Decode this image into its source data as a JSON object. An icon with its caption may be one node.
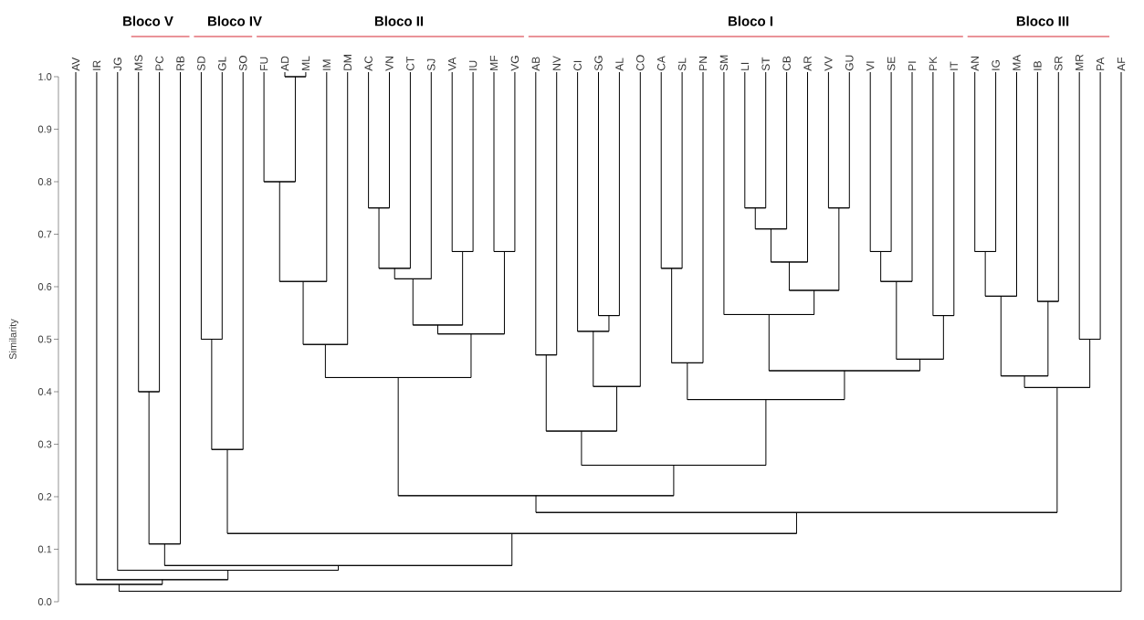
{
  "diagram": {
    "nodes": [
      {
        "text": [
          "AV"
        ]
      },
      {
        "text": [
          "IR"
        ]
      },
      {
        "text": [
          "JG"
        ]
      },
      {
        "text": [
          "MS"
        ]
      },
      {
        "text": [
          "PC"
        ]
      },
      {
        "text": [
          "RB"
        ]
      },
      {
        "text": [
          "SD"
        ]
      },
      {
        "text": [
          "GL"
        ]
      },
      {
        "text": [
          "SO"
        ]
      },
      {
        "text": [
          "FU"
        ]
      },
      {
        "text": [
          "AD"
        ]
      },
      {
        "text": [
          "ML"
        ]
      },
      {
        "text": [
          "IM"
        ]
      },
      {
        "text": [
          "DM"
        ]
      },
      {
        "text": [
          "AC"
        ]
      },
      {
        "text": [
          "VN"
        ]
      },
      {
        "text": [
          "CT"
        ]
      },
      {
        "text": [
          "SJ"
        ]
      },
      {
        "text": [
          "VA"
        ]
      },
      {
        "text": [
          "IU"
        ]
      },
      {
        "text": [
          "MF"
        ]
      },
      {
        "text": [
          "VG"
        ]
      },
      {
        "text": [
          "AB"
        ]
      },
      {
        "text": [
          "NV"
        ]
      },
      {
        "text": [
          "CI"
        ]
      },
      {
        "text": [
          "SG"
        ]
      },
      {
        "text": [
          "AL"
        ]
      },
      {
        "text": [
          "CO"
        ]
      },
      {
        "text": [
          "CA"
        ]
      },
      {
        "text": [
          "SL"
        ]
      },
      {
        "text": [
          "PN"
        ]
      },
      {
        "text": [
          "SM"
        ]
      },
      {
        "text": [
          "LI"
        ]
      },
      {
        "text": [
          "ST"
        ]
      },
      {
        "text": [
          "CB"
        ]
      },
      {
        "text": [
          "AR"
        ]
      },
      {
        "text": [
          "VV"
        ]
      },
      {
        "text": [
          "GU"
        ]
      },
      {
        "text": [
          "VI"
        ]
      },
      {
        "text": [
          "SE"
        ]
      },
      {
        "text": [
          "PI"
        ]
      },
      {
        "text": [
          "PK"
        ]
      },
      {
        "text": [
          "IT"
        ]
      },
      {
        "text": [
          "AN"
        ]
      },
      {
        "text": [
          "IG"
        ]
      },
      {
        "text": [
          "MA"
        ]
      },
      {
        "text": [
          "IB"
        ]
      },
      {
        "text": [
          "SR"
        ]
      },
      {
        "text": [
          "MR"
        ]
      },
      {
        "text": [
          "PA"
        ]
      },
      {
        "text": [
          "AF"
        ]
      },
      {
        "text": [],
        "shape": "bar"
      },
      {
        "text": [],
        "shape": "bar"
      },
      {
        "text": [],
        "shape": "bar"
      },
      {
        "text": [],
        "shape": "bar"
      },
      {
        "text": [],
        "shape": "bar"
      },
      {
        "text": [],
        "shape": "bar"
      },
      {
        "text": [],
        "shape": "bar"
      },
      {
        "text": [],
        "shape": "bar"
      },
      {
        "text": [],
        "shape": "bar"
      },
      {
        "text": [],
        "shape": "bar"
      },
      {
        "text": [],
        "shape": "bar"
      },
      {
        "text": [],
        "shape": "bar"
      },
      {
        "text": [],
        "shape": "bar"
      },
      {
        "text": [],
        "shape": "bar"
      },
      {
        "text": [],
        "shape": "bar"
      },
      {
        "text": [],
        "shape": "bar"
      },
      {
        "text": [],
        "shape": "bar"
      },
      {
        "text": [],
        "shape": "bar"
      },
      {
        "text": [],
        "shape": "bar"
      },
      {
        "text": [],
        "shape": "bar"
      },
      {
        "text": [],
        "shape": "bar"
      },
      {
        "text": [],
        "shape": "bar"
      },
      {
        "text": [],
        "shape": "bar"
      },
      {
        "text": [],
        "shape": "bar"
      },
      {
        "text": [],
        "shape": "bar"
      },
      {
        "text": [],
        "shape": "bar"
      },
      {
        "text": [],
        "shape": "bar"
      },
      {
        "text": [],
        "shape": "bar"
      },
      {
        "text": [],
        "shape": "bar"
      },
      {
        "text": [],
        "shape": "bar"
      },
      {
        "text": [],
        "shape": "bar"
      },
      {
        "text": [],
        "shape": "bar"
      },
      {
        "text": [],
        "shape": "bar"
      },
      {
        "text": [],
        "shape": "bar"
      },
      {
        "text": [],
        "shape": "bar"
      },
      {
        "text": [],
        "shape": "bar"
      },
      {
        "text": [],
        "shape": "bar"
      },
      {
        "text": [],
        "shape": "bar"
      },
      {
        "text": [],
        "shape": "bar"
      },
      {
        "text": [],
        "shape": "bar"
      },
      {
        "text": [],
        "shape": "bar"
      },
      {
        "text": [],
        "shape": "bar"
      },
      {
        "text": [],
        "shape": "bar"
      },
      {
        "text": [],
        "shape": "bar"
      },
      {
        "text": [],
        "shape": "bar"
      },
      {
        "text": [],
        "shape": "bar"
      },
      {
        "text": [],
        "shape": "bar"
      },
      {
        "text": [],
        "shape": "bar"
      },
      {
        "text": [],
        "shape": "bar"
      },
      {
        "text": [],
        "shape": "bar"
      }
    ],
    "edges": [
      {
        "from": 3,
        "to": 51,
        "arrow": "none"
      },
      {
        "from": 4,
        "to": 51,
        "arrow": "none"
      },
      {
        "from": 51,
        "to": 52,
        "arrow": "none"
      },
      {
        "from": 5,
        "to": 52,
        "arrow": "none"
      },
      {
        "from": 6,
        "to": 53,
        "arrow": "none"
      },
      {
        "from": 7,
        "to": 53,
        "arrow": "none"
      },
      {
        "from": 53,
        "to": 54,
        "arrow": "none"
      },
      {
        "from": 8,
        "to": 54,
        "arrow": "none"
      },
      {
        "from": 10,
        "to": 55,
        "arrow": "none"
      },
      {
        "from": 11,
        "to": 55,
        "arrow": "none"
      },
      {
        "from": 9,
        "to": 56,
        "arrow": "none"
      },
      {
        "from": 55,
        "to": 56,
        "arrow": "none"
      },
      {
        "from": 56,
        "to": 57,
        "arrow": "none"
      },
      {
        "from": 12,
        "to": 57,
        "arrow": "none"
      },
      {
        "from": 57,
        "to": 58,
        "arrow": "none"
      },
      {
        "from": 13,
        "to": 58,
        "arrow": "none"
      },
      {
        "from": 14,
        "to": 59,
        "arrow": "none"
      },
      {
        "from": 15,
        "to": 59,
        "arrow": "none"
      },
      {
        "from": 59,
        "to": 60,
        "arrow": "none"
      },
      {
        "from": 16,
        "to": 60,
        "arrow": "none"
      },
      {
        "from": 60,
        "to": 61,
        "arrow": "none"
      },
      {
        "from": 17,
        "to": 61,
        "arrow": "none"
      },
      {
        "from": 18,
        "to": 62,
        "arrow": "none"
      },
      {
        "from": 19,
        "to": 62,
        "arrow": "none"
      },
      {
        "from": 61,
        "to": 63,
        "arrow": "none"
      },
      {
        "from": 62,
        "to": 63,
        "arrow": "none"
      },
      {
        "from": 20,
        "to": 64,
        "arrow": "none"
      },
      {
        "from": 21,
        "to": 64,
        "arrow": "none"
      },
      {
        "from": 63,
        "to": 65,
        "arrow": "none"
      },
      {
        "from": 64,
        "to": 65,
        "arrow": "none"
      },
      {
        "from": 58,
        "to": 66,
        "arrow": "none"
      },
      {
        "from": 65,
        "to": 66,
        "arrow": "none"
      },
      {
        "from": 22,
        "to": 67,
        "arrow": "none"
      },
      {
        "from": 23,
        "to": 67,
        "arrow": "none"
      },
      {
        "from": 25,
        "to": 68,
        "arrow": "none"
      },
      {
        "from": 26,
        "to": 68,
        "arrow": "none"
      },
      {
        "from": 24,
        "to": 69,
        "arrow": "none"
      },
      {
        "from": 68,
        "to": 69,
        "arrow": "none"
      },
      {
        "from": 69,
        "to": 70,
        "arrow": "none"
      },
      {
        "from": 27,
        "to": 70,
        "arrow": "none"
      },
      {
        "from": 67,
        "to": 71,
        "arrow": "none"
      },
      {
        "from": 70,
        "to": 71,
        "arrow": "none"
      },
      {
        "from": 28,
        "to": 72,
        "arrow": "none"
      },
      {
        "from": 29,
        "to": 72,
        "arrow": "none"
      },
      {
        "from": 72,
        "to": 73,
        "arrow": "none"
      },
      {
        "from": 30,
        "to": 73,
        "arrow": "none"
      },
      {
        "from": 32,
        "to": 74,
        "arrow": "none"
      },
      {
        "from": 33,
        "to": 74,
        "arrow": "none"
      },
      {
        "from": 74,
        "to": 75,
        "arrow": "none"
      },
      {
        "from": 34,
        "to": 75,
        "arrow": "none"
      },
      {
        "from": 75,
        "to": 76,
        "arrow": "none"
      },
      {
        "from": 35,
        "to": 76,
        "arrow": "none"
      },
      {
        "from": 36,
        "to": 77,
        "arrow": "none"
      },
      {
        "from": 37,
        "to": 77,
        "arrow": "none"
      },
      {
        "from": 76,
        "to": 78,
        "arrow": "none"
      },
      {
        "from": 77,
        "to": 78,
        "arrow": "none"
      },
      {
        "from": 31,
        "to": 79,
        "arrow": "none"
      },
      {
        "from": 78,
        "to": 79,
        "arrow": "none"
      },
      {
        "from": 38,
        "to": 80,
        "arrow": "none"
      },
      {
        "from": 39,
        "to": 80,
        "arrow": "none"
      },
      {
        "from": 80,
        "to": 81,
        "arrow": "none"
      },
      {
        "from": 40,
        "to": 81,
        "arrow": "none"
      },
      {
        "from": 41,
        "to": 82,
        "arrow": "none"
      },
      {
        "from": 42,
        "to": 82,
        "arrow": "none"
      },
      {
        "from": 81,
        "to": 83,
        "arrow": "none"
      },
      {
        "from": 82,
        "to": 83,
        "arrow": "none"
      },
      {
        "from": 79,
        "to": 84,
        "arrow": "none"
      },
      {
        "from": 83,
        "to": 84,
        "arrow": "none"
      },
      {
        "from": 73,
        "to": 85,
        "arrow": "none"
      },
      {
        "from": 84,
        "to": 85,
        "arrow": "none"
      },
      {
        "from": 71,
        "to": 86,
        "arrow": "none"
      },
      {
        "from": 85,
        "to": 86,
        "arrow": "none"
      },
      {
        "from": 66,
        "to": 87,
        "arrow": "none"
      },
      {
        "from": 86,
        "to": 87,
        "arrow": "none"
      },
      {
        "from": 43,
        "to": 88,
        "arrow": "none"
      },
      {
        "from": 44,
        "to": 88,
        "arrow": "none"
      },
      {
        "from": 88,
        "to": 89,
        "arrow": "none"
      },
      {
        "from": 45,
        "to": 89,
        "arrow": "none"
      },
      {
        "from": 46,
        "to": 90,
        "arrow": "none"
      },
      {
        "from": 47,
        "to": 90,
        "arrow": "none"
      },
      {
        "from": 89,
        "to": 91,
        "arrow": "none"
      },
      {
        "from": 90,
        "to": 91,
        "arrow": "none"
      },
      {
        "from": 48,
        "to": 92,
        "arrow": "none"
      },
      {
        "from": 49,
        "to": 92,
        "arrow": "none"
      },
      {
        "from": 91,
        "to": 93,
        "arrow": "none"
      },
      {
        "from": 92,
        "to": 93,
        "arrow": "none"
      },
      {
        "from": 87,
        "to": 94,
        "arrow": "none"
      },
      {
        "from": 93,
        "to": 94,
        "arrow": "none"
      },
      {
        "from": 54,
        "to": 95,
        "arrow": "none"
      },
      {
        "from": 94,
        "to": 95,
        "arrow": "none"
      },
      {
        "from": 52,
        "to": 96,
        "arrow": "none"
      },
      {
        "from": 95,
        "to": 96,
        "arrow": "none"
      },
      {
        "from": 2,
        "to": 97,
        "arrow": "none"
      },
      {
        "from": 96,
        "to": 97,
        "arrow": "none"
      },
      {
        "from": 1,
        "to": 98,
        "arrow": "none"
      },
      {
        "from": 97,
        "to": 98,
        "arrow": "none"
      },
      {
        "from": 0,
        "to": 99,
        "arrow": "none"
      },
      {
        "from": 98,
        "to": 99,
        "arrow": "none"
      },
      {
        "from": 99,
        "to": 100,
        "arrow": "none"
      },
      {
        "from": 50,
        "to": 100,
        "arrow": "none"
      }
    ],
    "labels": [
      "Bloco V",
      "Bloco IV",
      "Bloco II",
      "Bloco I",
      "Bloco III",
      "1.0",
      "0.9",
      "0.8",
      "0.7",
      "0.6",
      "0.5",
      "0.4",
      "0.3",
      "0.2",
      "0.1",
      "0.0",
      "Similarity"
    ]
  }
}
